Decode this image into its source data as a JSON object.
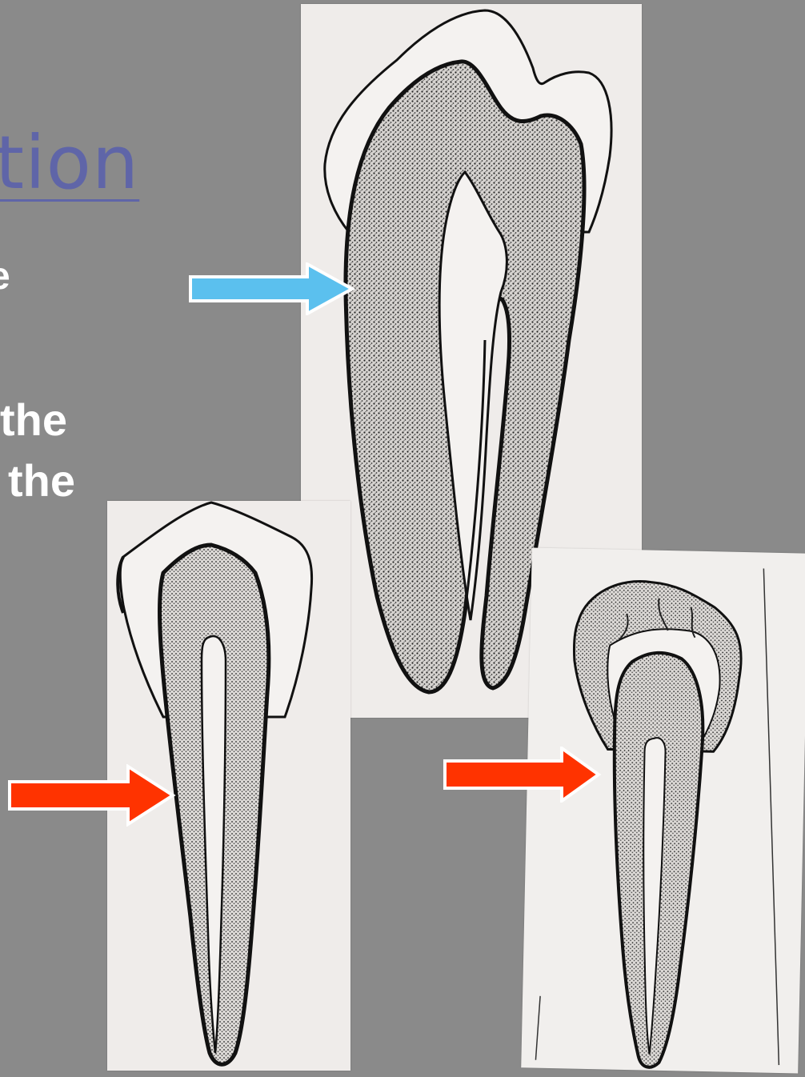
{
  "slide": {
    "title_fragment": "tion",
    "text_fragments": [
      "e",
      "the",
      "the"
    ]
  },
  "colors": {
    "background": "#8a8a8a",
    "title": "#5f65a8",
    "arrow_blue": "#5bc0ee",
    "arrow_red": "#ff3300",
    "paper": "#efecea",
    "ink": "#1a1a1a"
  },
  "figures": [
    {
      "name": "molar-illustration",
      "depicts": "tooth-cross-section"
    },
    {
      "name": "incisor-illustration",
      "depicts": "tooth-cross-section"
    },
    {
      "name": "premolar-illustration",
      "depicts": "tooth-cross-section"
    }
  ],
  "arrows": [
    {
      "name": "blue-arrow-icon",
      "color": "#5bc0ee",
      "direction": "right"
    },
    {
      "name": "red-arrow-icon",
      "color": "#ff3300",
      "direction": "right"
    },
    {
      "name": "red-arrow-icon",
      "color": "#ff3300",
      "direction": "right"
    }
  ]
}
